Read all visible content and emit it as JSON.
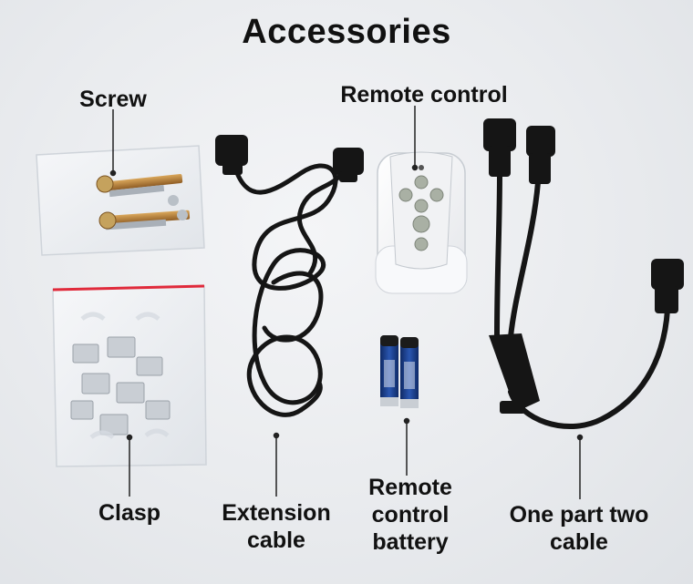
{
  "title": "Accessories",
  "labels": {
    "screw": "Screw",
    "remote_control": "Remote control",
    "clasp": "Clasp",
    "extension_cable": [
      "Extension",
      "cable"
    ],
    "remote_control_battery": [
      "Remote",
      "control",
      "battery"
    ],
    "one_part_two_cable": [
      "One part two",
      "cable"
    ]
  },
  "colors": {
    "background": "#e9ebee",
    "text": "#111111",
    "cable": "#151515",
    "battery_blue": "#1d3f8a"
  }
}
